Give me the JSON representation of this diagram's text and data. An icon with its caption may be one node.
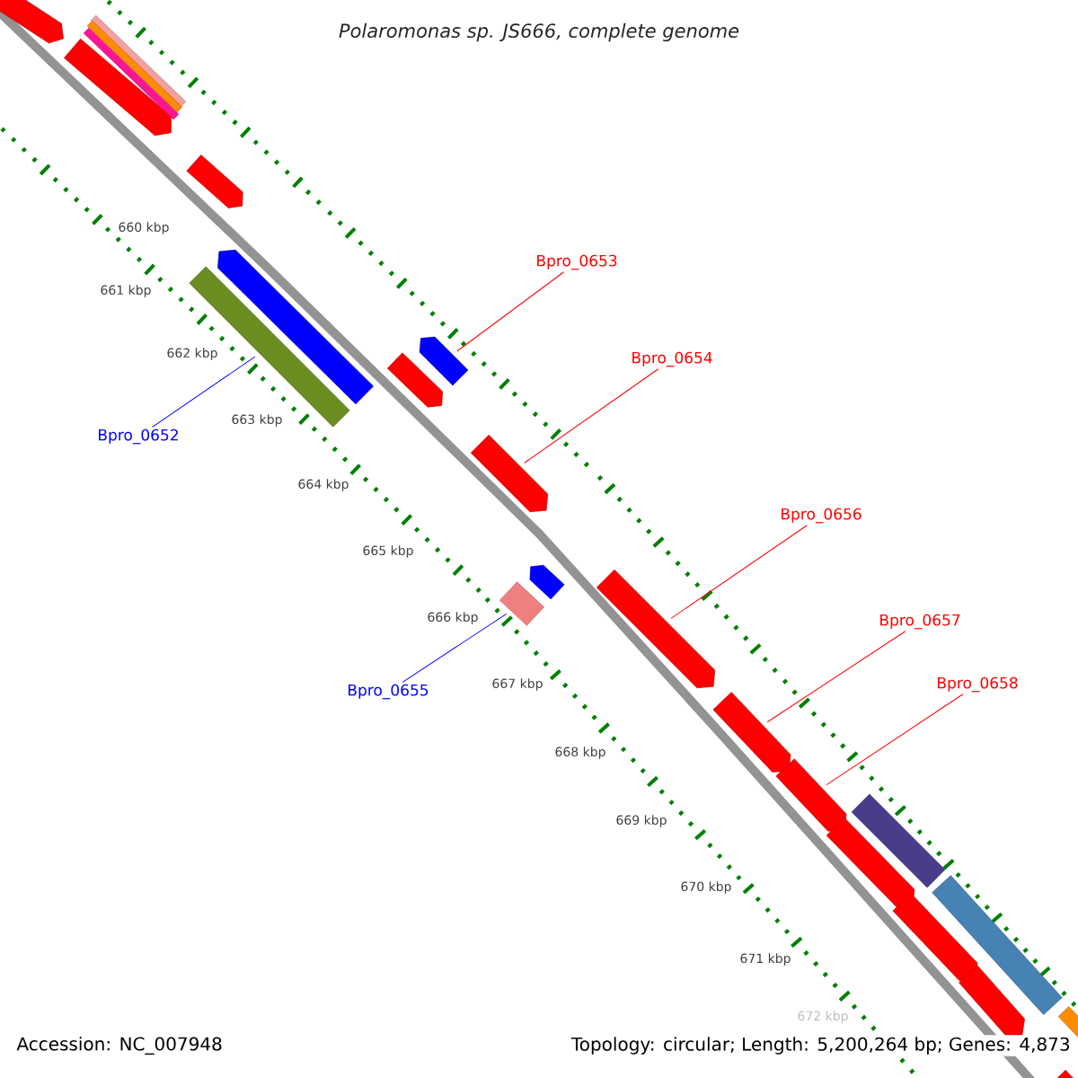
{
  "diagram": {
    "title": "Polaromonas sp. JS666, complete genome",
    "nodes": [
      {
        "text": [
          "Bpro_0653"
        ]
      },
      {
        "text": [
          "Bpro_0654"
        ]
      },
      {
        "text": [
          "Bpro_0652"
        ]
      },
      {
        "text": [
          "Bpro_0656"
        ]
      },
      {
        "text": [
          "Bpro_0657"
        ]
      },
      {
        "text": [
          "Bpro_0658"
        ]
      },
      {
        "text": [
          "Bpro_0655"
        ]
      },
      {
        "text": [],
        "shape": "arrow"
      },
      {
        "text": [],
        "shape": "arrow"
      },
      {
        "text": [],
        "shape": "bar"
      },
      {
        "text": [],
        "shape": "bar"
      },
      {
        "text": [],
        "shape": "bar"
      },
      {
        "text": [],
        "shape": "arrow"
      },
      {
        "text": [],
        "shape": "bar"
      },
      {
        "text": [],
        "shape": "arrow"
      },
      {
        "text": [],
        "shape": "arrow"
      },
      {
        "text": [],
        "shape": "arrow"
      },
      {
        "text": [],
        "shape": "arrow"
      },
      {
        "text": [],
        "shape": "bar"
      },
      {
        "text": [],
        "shape": "arrow"
      },
      {
        "text": [],
        "shape": "arrow"
      },
      {
        "text": [],
        "shape": "arrow"
      },
      {
        "text": [],
        "shape": "arrow"
      },
      {
        "text": [],
        "shape": "arrow"
      },
      {
        "text": [],
        "shape": "bar"
      },
      {
        "text": [],
        "shape": "bar"
      },
      {
        "text": [],
        "shape": "arrow"
      },
      {
        "text": [],
        "shape": "arrow"
      },
      {
        "text": [],
        "shape": "arrow"
      },
      {
        "text": [],
        "shape": "bar"
      }
    ],
    "edges": [
      {
        "from": 0,
        "to": 16,
        "arrow": "none"
      },
      {
        "from": 1,
        "to": 17,
        "arrow": "none"
      },
      {
        "from": 2,
        "to": 13,
        "arrow": "none",
        "color": "#0000ff"
      },
      {
        "from": 3,
        "to": 20,
        "arrow": "none"
      },
      {
        "from": 4,
        "to": 21,
        "arrow": "none"
      },
      {
        "from": 5,
        "to": 22,
        "arrow": "none"
      },
      {
        "from": 6,
        "to": 18,
        "arrow": "none",
        "color": "#0000ff"
      }
    ],
    "labels": [
      "660 kbp",
      "661 kbp",
      "662 kbp",
      "663 kbp",
      "664 kbp",
      "665 kbp",
      "666 kbp",
      "667 kbp",
      "668 kbp",
      "669 kbp",
      "670 kbp",
      "671 kbp",
      "672 kbp",
      "Accession: NC_007948",
      "Topology: circular; Length: 5,200,264 bp; Genes: 4,873"
    ]
  }
}
